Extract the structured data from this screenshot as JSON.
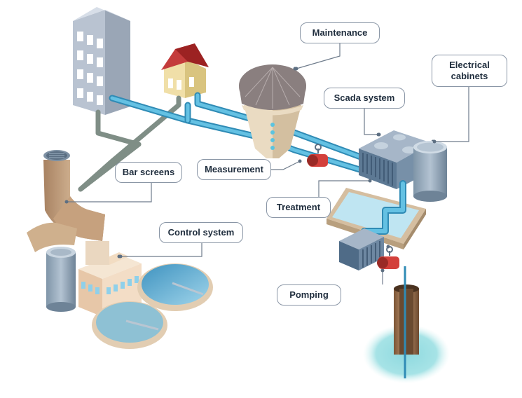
{
  "labels": {
    "maintenance": "Maintenance",
    "electrical_cabinets": "Electrical\ncabinets",
    "scada_system": "Scada system",
    "measurement": "Measurement",
    "bar_screens": "Bar screens",
    "treatment": "Treatment",
    "control_system": "Control system",
    "pomping": "Pomping"
  },
  "colors": {
    "pipe_blue": "#5cb8dc",
    "drain_pipe": "#7a8a80",
    "valve_red": "#d6403a",
    "water": "#b6e4ef",
    "callout_border": "#8a96a6"
  }
}
